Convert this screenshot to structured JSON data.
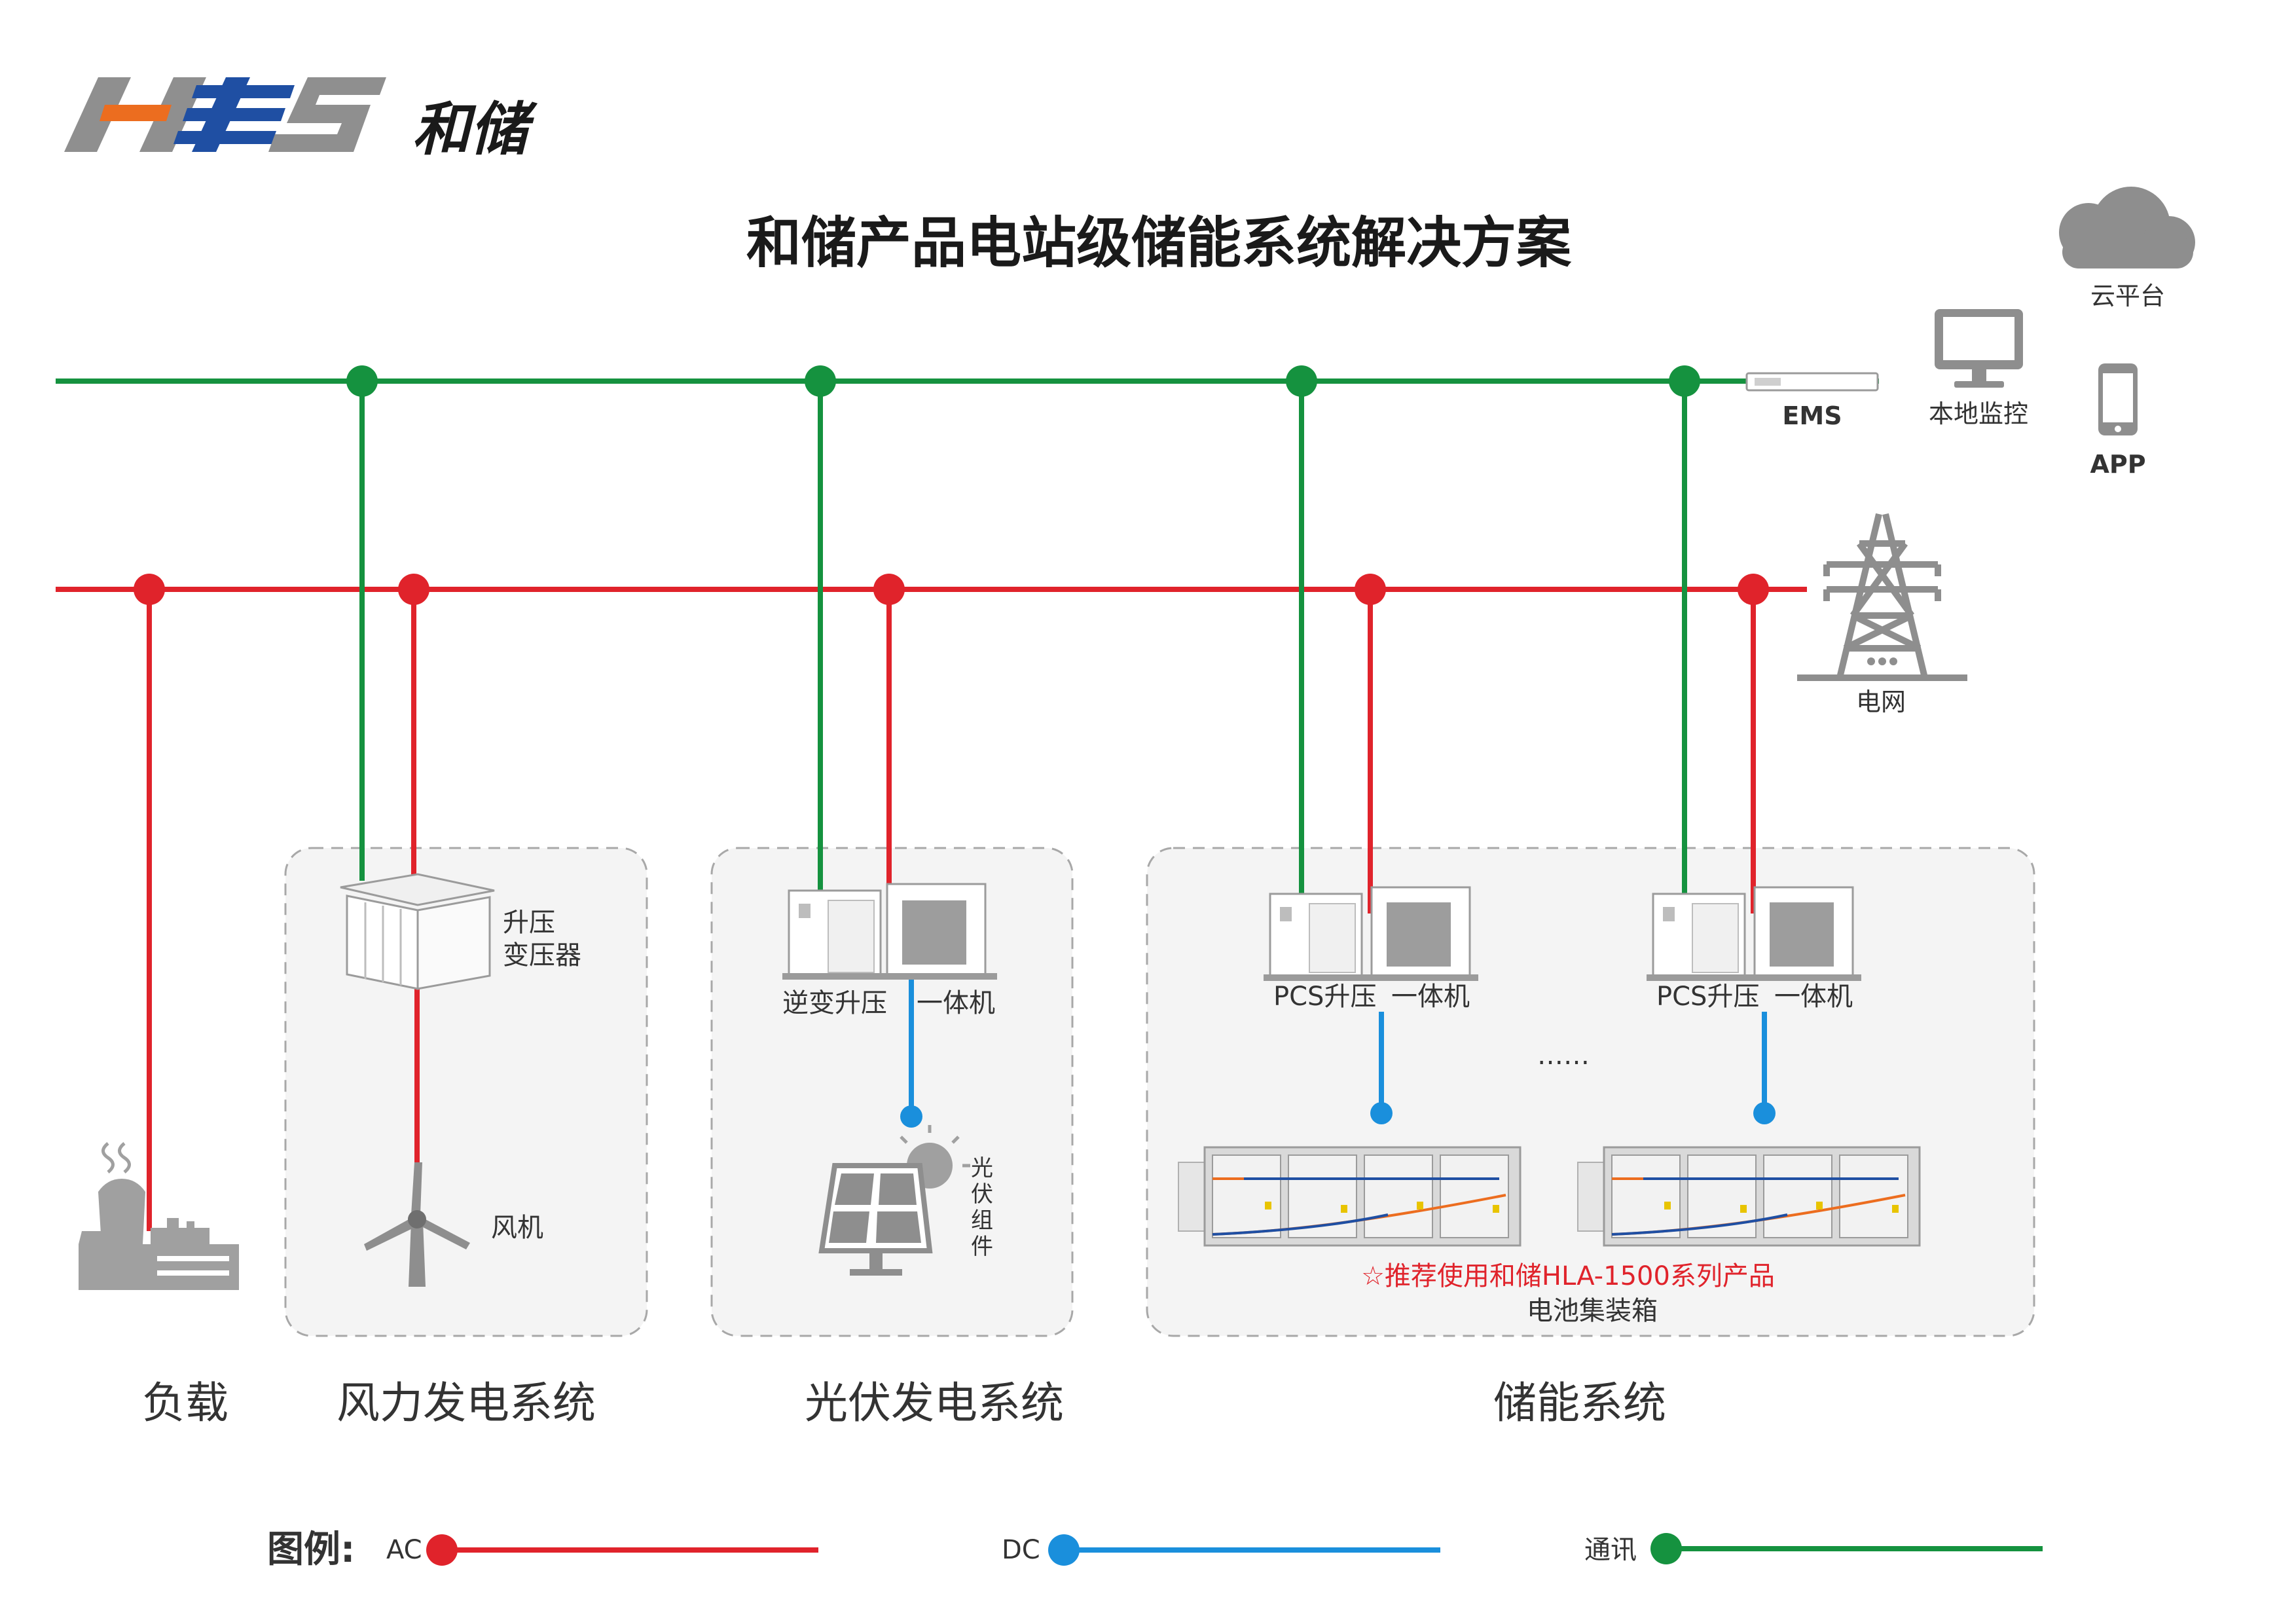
{
  "brand": {
    "mark": "HES",
    "name": "和储"
  },
  "title": "和储产品电站级储能系统解决方案",
  "right_panel": {
    "cloud": "云平台",
    "local_monitor": "本地监控",
    "ems": "EMS",
    "app": "APP",
    "grid": "电网"
  },
  "wind_box": {
    "transformer_line1": "升压",
    "transformer_line2": "变压器",
    "turbine": "风机"
  },
  "pv_box": {
    "inverter_left": "逆变升压",
    "inverter_right": "一体机",
    "module_chars": [
      "光",
      "伏",
      "组",
      "件"
    ]
  },
  "storage_box": {
    "pcs_left": "PCS升压",
    "pcs_right": "一体机",
    "ellipsis": "……",
    "recommend": "☆推荐使用和储HLA-1500系列产品",
    "container_label": "电池集装箱"
  },
  "sections": {
    "load": "负载",
    "wind": "风力发电系统",
    "pv": "光伏发电系统",
    "storage": "储能系统"
  },
  "legend": {
    "title": "图例:",
    "ac": "AC",
    "dc": "DC",
    "comm": "通讯"
  },
  "colors": {
    "ac": "#e0232b",
    "dc": "#1a8fdc",
    "comm": "#15923f",
    "icon_gray": "#9b9b9b",
    "accent_orange": "#ec6d1f",
    "accent_blue": "#1f4fa3"
  }
}
